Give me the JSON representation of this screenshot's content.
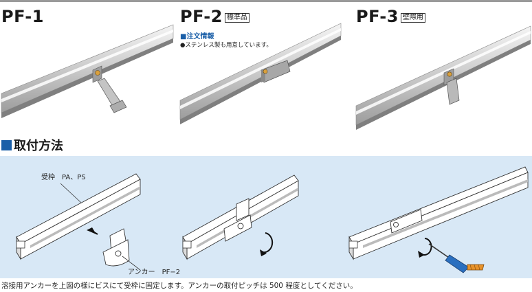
{
  "products": [
    {
      "title": "PF-1",
      "tag": ""
    },
    {
      "title": "PF-2",
      "tag": "標準品"
    },
    {
      "title": "PF-3",
      "tag": "壁際用"
    }
  ],
  "order_info": {
    "label": "■注文情報",
    "text": "●ステンレス製も用意しています。"
  },
  "section": {
    "heading": "取付方法"
  },
  "diagram": {
    "frame_label": "受枠　PA、PS",
    "anchor_label": "アンカー　PF−2"
  },
  "caption": "溶接用アンカーを上図の様にビスにて受枠に固定します。アンカーの取付ピッチは 500 程度としてください。"
}
